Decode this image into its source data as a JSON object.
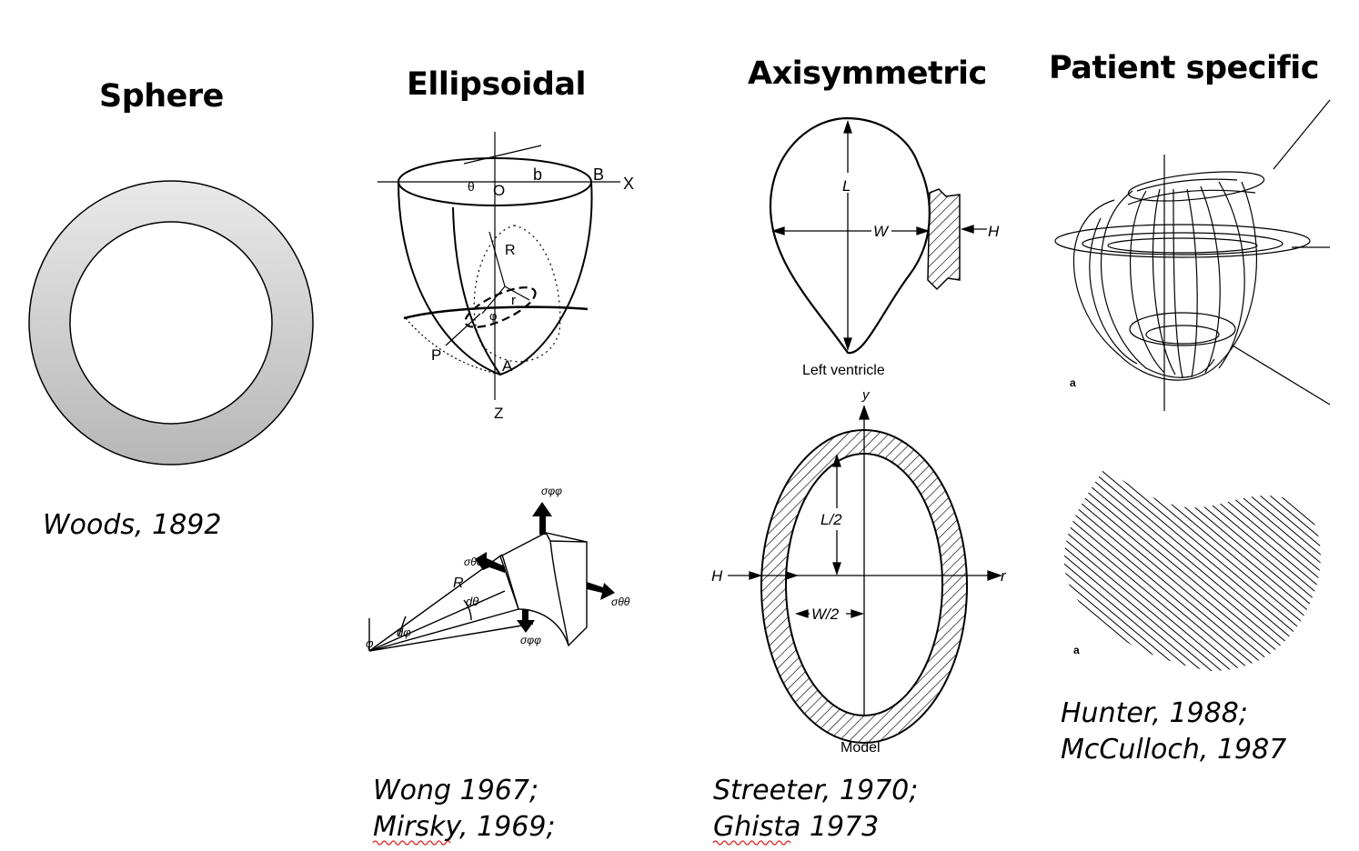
{
  "columns": {
    "sphere": {
      "title": "Sphere",
      "citations": [
        "Woods, 1892"
      ]
    },
    "ellipsoidal": {
      "title": "Ellipsoidal",
      "citations": [
        "Wong 1967;",
        "Mirsky, 1969;"
      ],
      "top_labels": {
        "b": "b",
        "B": "B",
        "X": "X",
        "O": "O",
        "R": "R",
        "r": "r",
        "P": "P",
        "A": "A",
        "Z": "Z",
        "theta": "θ",
        "phi": "φ"
      },
      "bottom_labels": {
        "sigma_phiphi_top": "σφφ",
        "sigma_thetatheta_left": "σθθ",
        "sigma_thetatheta_right": "σθθ",
        "sigma_phiphi_bottom": "σφφ",
        "R": "R",
        "dtheta": "dθ",
        "dphi": "dφ",
        "phi": "φ"
      }
    },
    "axisymmetric": {
      "title": "Axisymmetric",
      "citations": [
        "Streeter, 1970;",
        "Ghista 1973"
      ],
      "top_labels": {
        "L": "L",
        "W": "W",
        "H": "H",
        "caption": "Left ventricle"
      },
      "bottom_labels": {
        "y": "y",
        "L2": "L/2",
        "W2": "W/2",
        "H": "H",
        "r": "r",
        "caption": "Model"
      }
    },
    "patient_specific": {
      "title": "Patient specific",
      "citations": [
        "Hunter, 1988;",
        "McCulloch, 1987"
      ],
      "top_labels": {
        "a": "a"
      },
      "bottom_labels": {
        "a": "a"
      }
    }
  }
}
